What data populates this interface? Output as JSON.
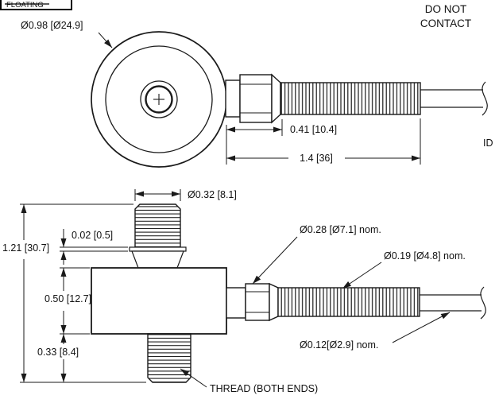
{
  "colors": {
    "ink": "#1a1a1a",
    "background": "#ffffff"
  },
  "corner_note": {
    "text": "FLOATING"
  },
  "notes": {
    "do_not_line1": "DO NOT",
    "do_not_line2": "CONTACT",
    "id_label": "ID",
    "thread_note": "THREAD (BOTH ENDS)"
  },
  "top_view": {
    "dia_label": "Ø0.98 [Ø24.9]",
    "dim_hex_len": "0.41 [10.4]",
    "dim_overall_len": "1.4 [36]"
  },
  "front_view": {
    "dim_stud_dia": "Ø0.32 [8.1]",
    "dim_overall_height": "1.21 [30.7]",
    "dim_shoulder": "0.02 [0.5]",
    "dim_body_height": "0.50 [12.7]",
    "dim_stud_len": "0.33 [8.4]",
    "dim_connector_dia": "Ø0.28 [Ø7.1] nom.",
    "dim_relief_dia": "Ø0.19 [Ø4.8] nom.",
    "dim_cable_dia": "Ø0.12[Ø2.9] nom."
  }
}
